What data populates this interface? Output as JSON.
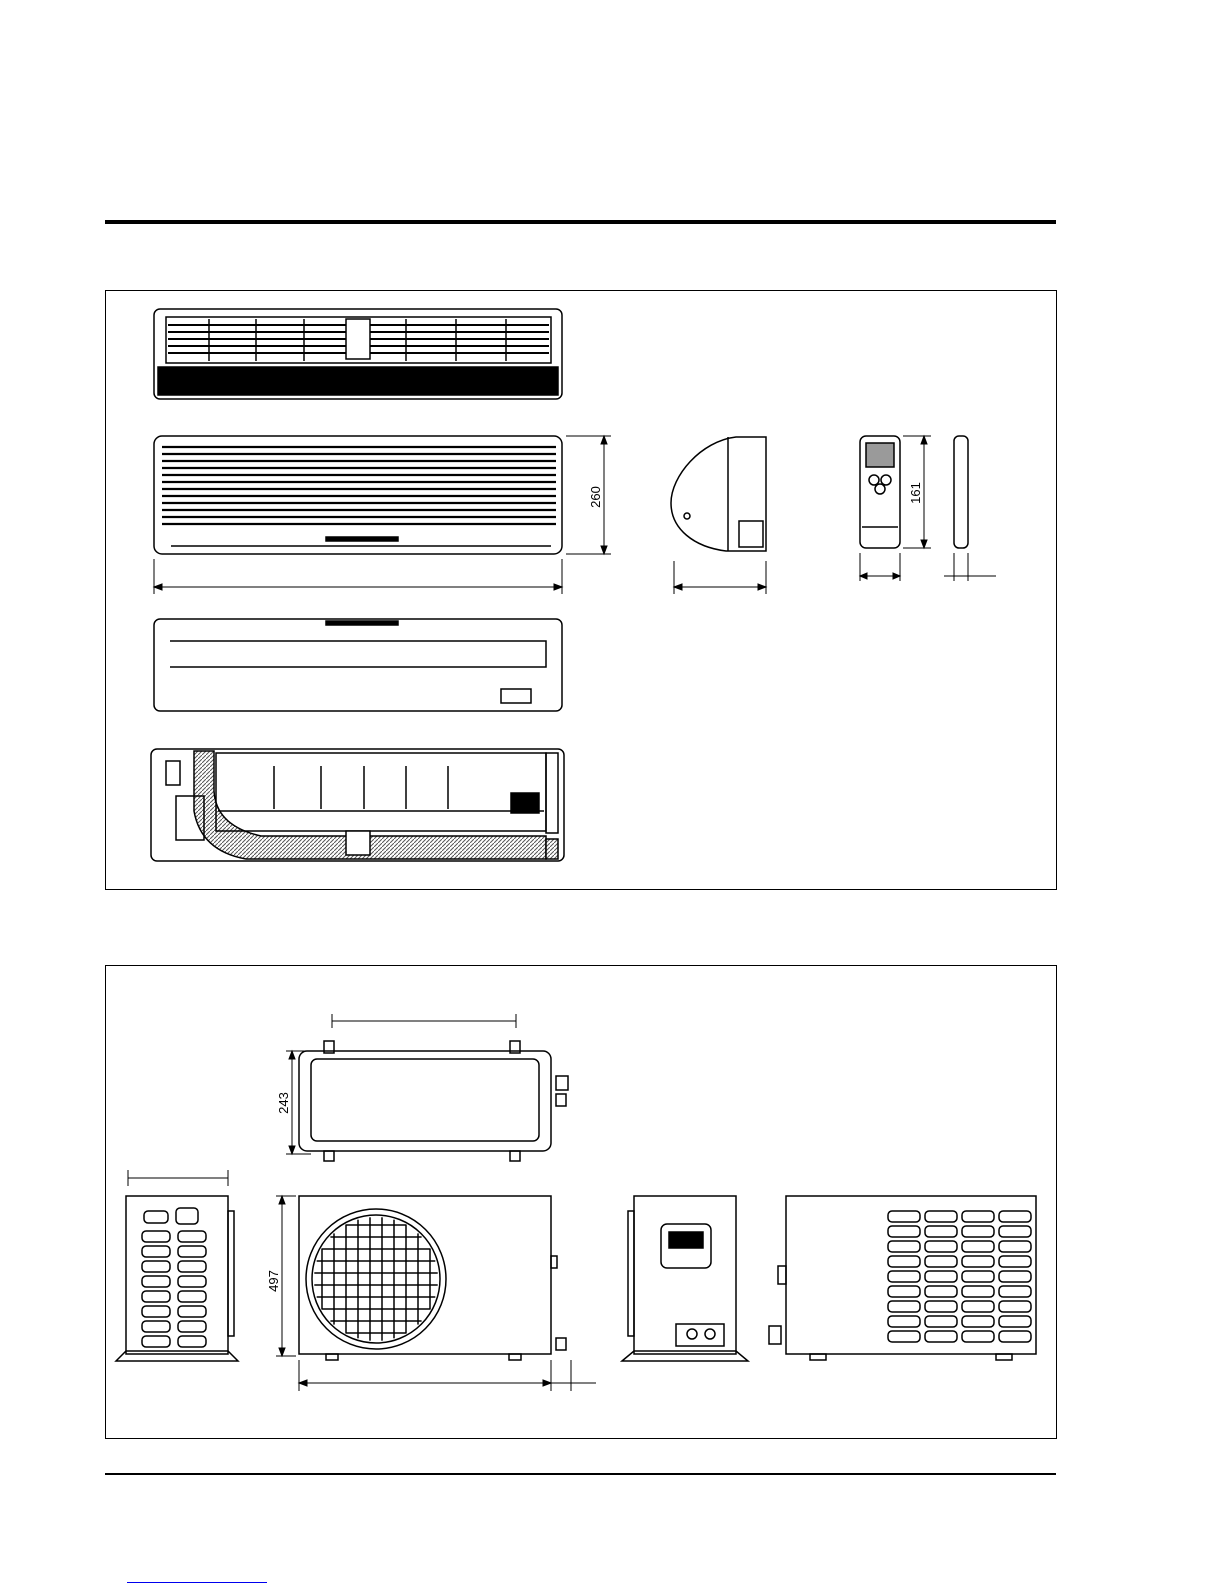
{
  "indoor": {
    "height_label": "260",
    "remote_height_label": "161"
  },
  "outdoor": {
    "depth_label": "243",
    "height_label": "497"
  },
  "colors": {
    "line": "#000000",
    "fill_gray": "#9a9a9a",
    "background": "#ffffff"
  },
  "icons": [
    "indoor-unit-top-view",
    "indoor-unit-front-view",
    "indoor-unit-side-view",
    "remote-control",
    "indoor-unit-bottom-view",
    "indoor-unit-rear-view",
    "outdoor-unit-top-view",
    "outdoor-unit-left-view",
    "outdoor-unit-front-view",
    "outdoor-unit-right-view",
    "outdoor-unit-rear-view"
  ]
}
